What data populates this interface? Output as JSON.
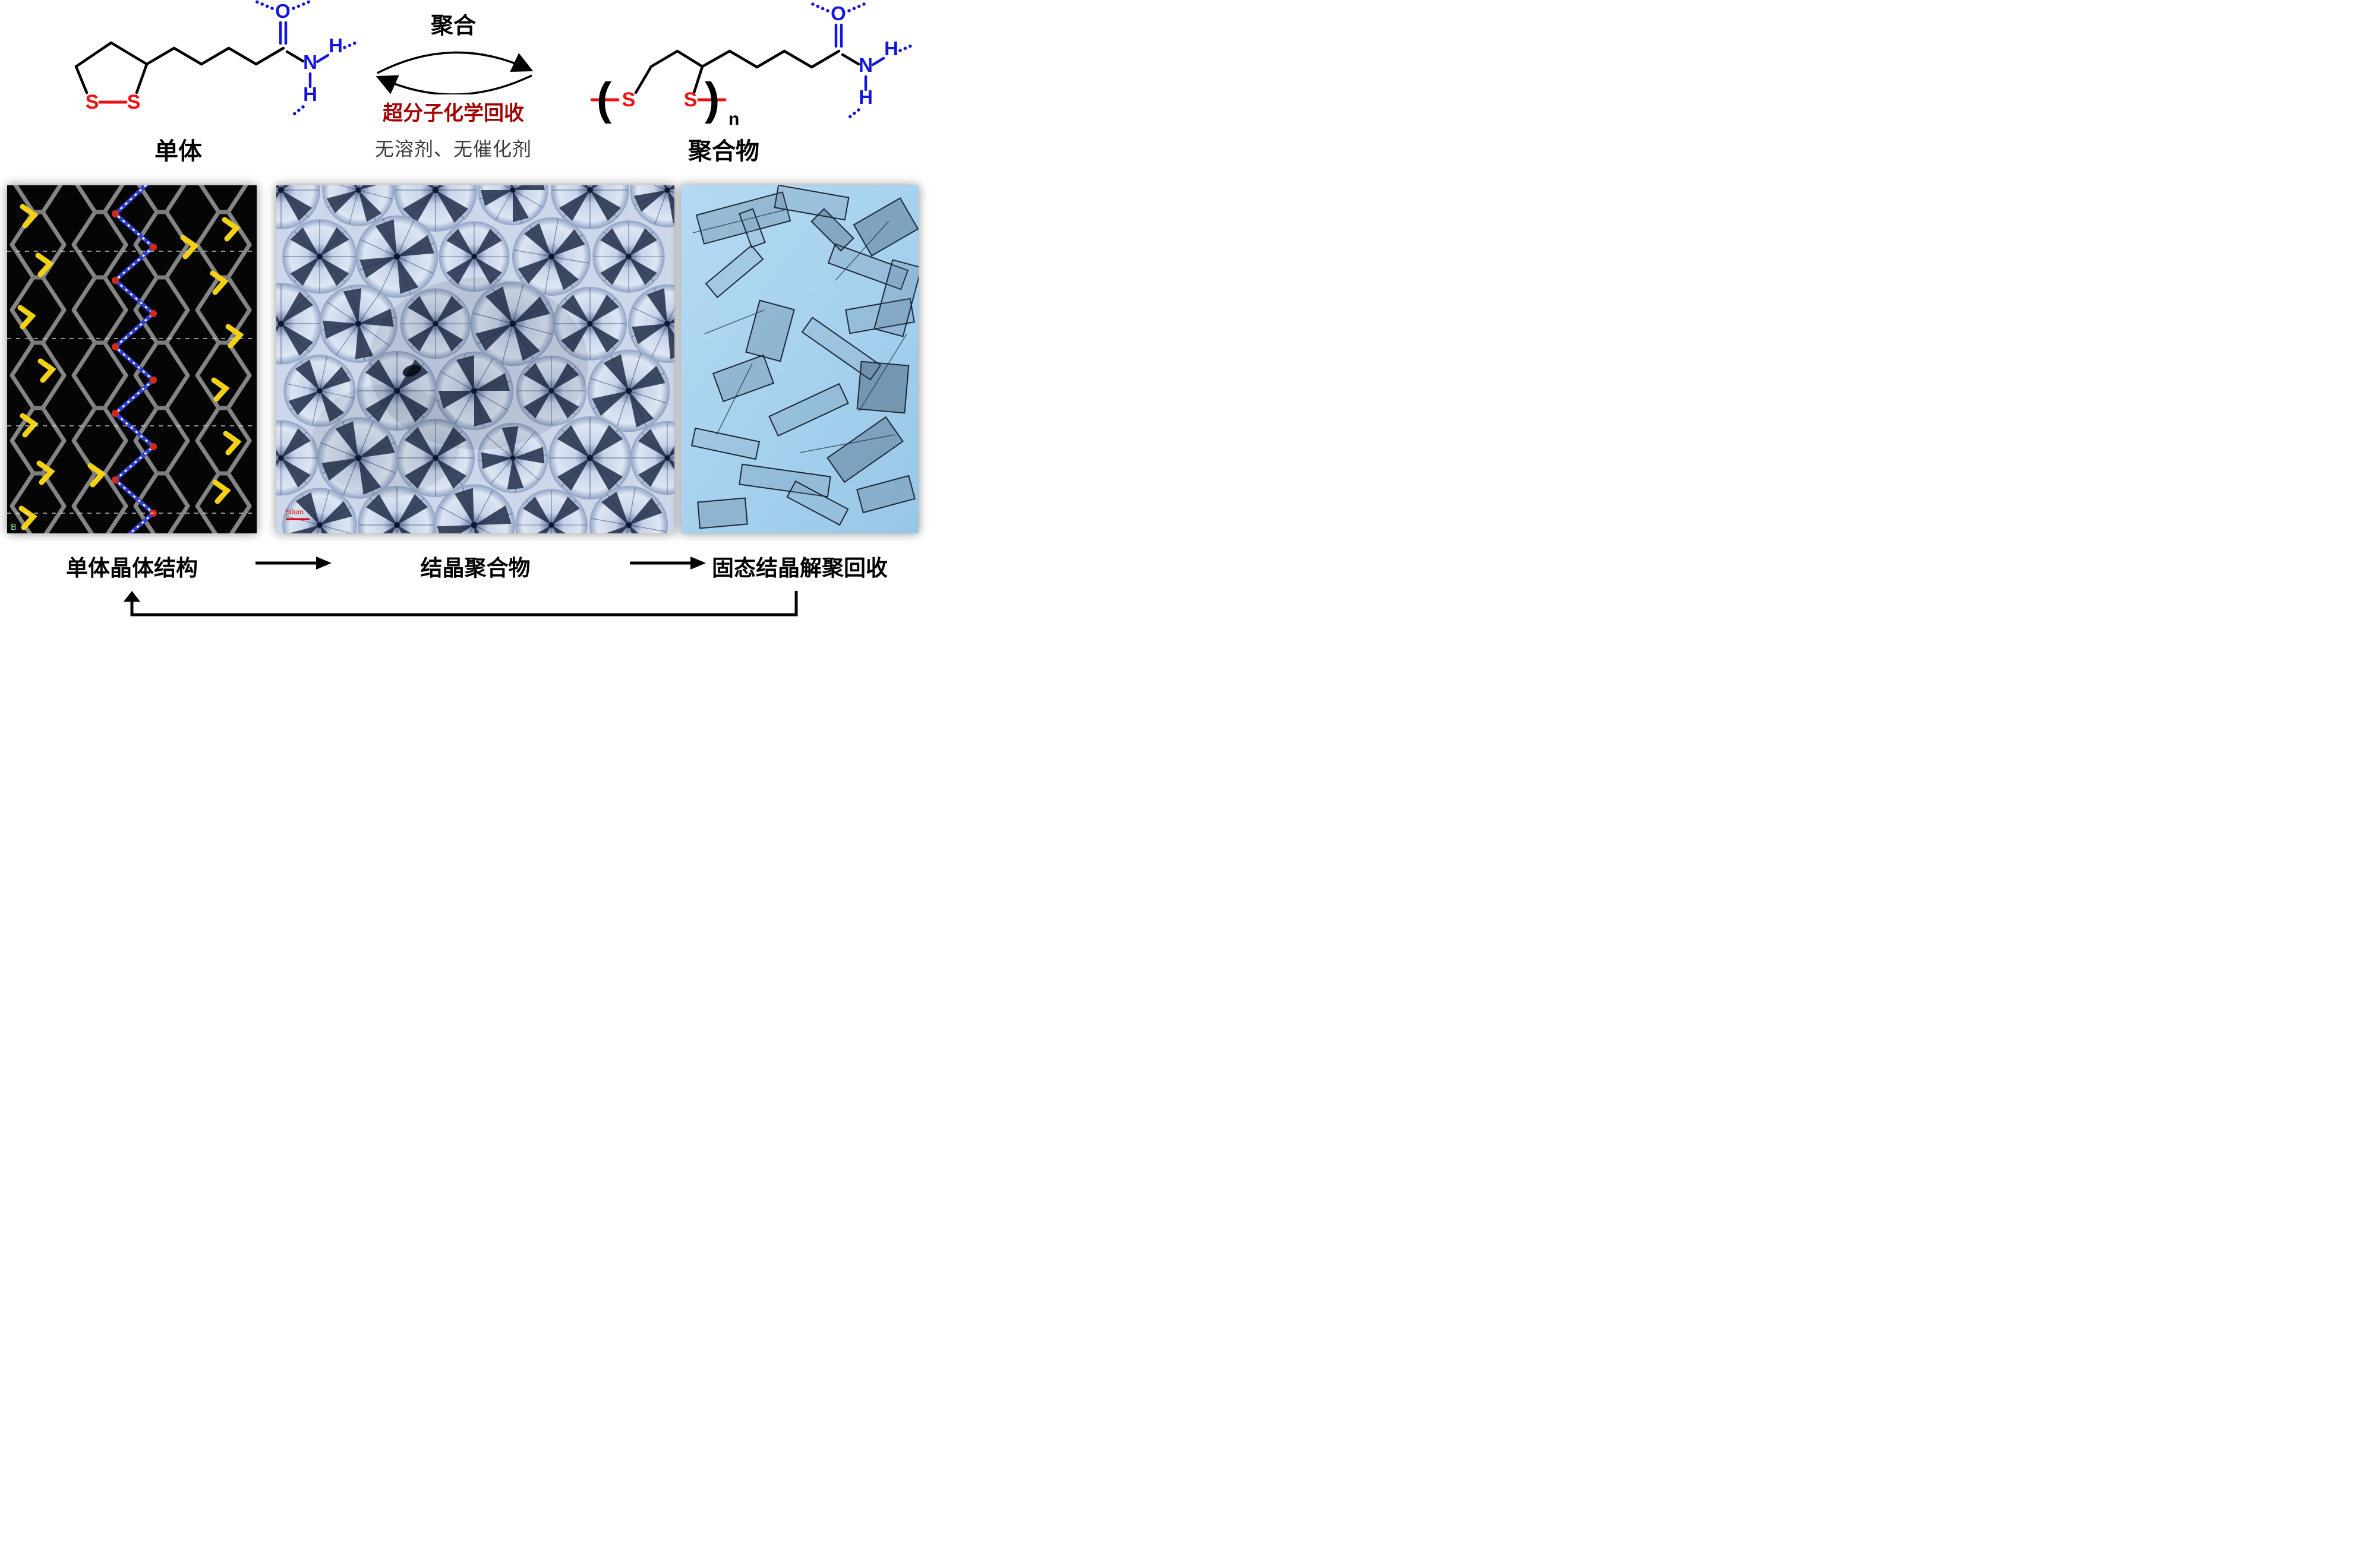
{
  "scheme": {
    "reaction": {
      "forward_label": "聚合",
      "reverse_label": "超分子化学回收",
      "conditions": "无溶剂、无催化剂"
    },
    "monomer": {
      "label": "单体",
      "atoms": {
        "s_left": "S",
        "s_right": "S",
        "o": "O",
        "n": "N",
        "h_right": "H",
        "h_bottom": "H"
      }
    },
    "polymer": {
      "label": "聚合物",
      "repeat_open": "(",
      "repeat_close": ")",
      "repeat_subscript": "n",
      "atoms": {
        "s_left": "S",
        "s_right": "S",
        "o": "O",
        "n": "N",
        "h_right": "H",
        "h_bottom": "H"
      }
    }
  },
  "panels": {
    "crystal": {
      "caption": "单体晶体结构",
      "corner_label": "B"
    },
    "spherulites": {
      "caption": "结晶聚合物",
      "scale_bar_label": "50um"
    },
    "recycled": {
      "caption": "固态结晶解聚回收"
    }
  },
  "colors": {
    "sulfur_red": "#ee1111",
    "amide_blue": "#1414dd",
    "recycle_label_red": "#a40000",
    "scale_bar_red": "#dd0000",
    "crystal_bg_black": "#050505",
    "spherulite_blue": "#ccd7ea",
    "recycled_bg_blue": "#a4d0ee"
  }
}
